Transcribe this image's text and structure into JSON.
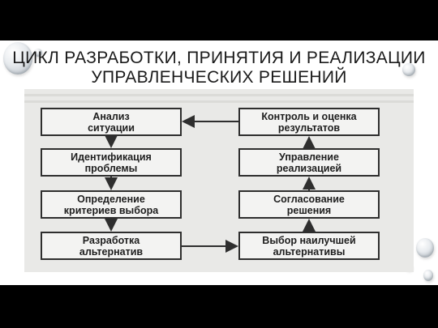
{
  "title": "ЦИКЛ РАЗРАБОТКИ, ПРИНЯТИЯ И РЕАЛИЗАЦИИ УПРАВЛЕНЧЕСКИХ РЕШЕНИЙ",
  "diagram": {
    "left_column": [
      "Анализ\nситуации",
      "Идентификация\nпроблемы",
      "Определение\nкритериев выбора",
      "Разработка\nальтернатив"
    ],
    "right_column": [
      "Контроль и оценка\nрезультатов",
      "Управление\nреализацией",
      "Согласование\nрешения",
      "Выбор наилучшей\nальтернативы"
    ]
  },
  "colors": {
    "background": "#000000",
    "slide": "#ffffff",
    "scan": "#e9e9e7",
    "box_border": "#2e2e2e"
  }
}
